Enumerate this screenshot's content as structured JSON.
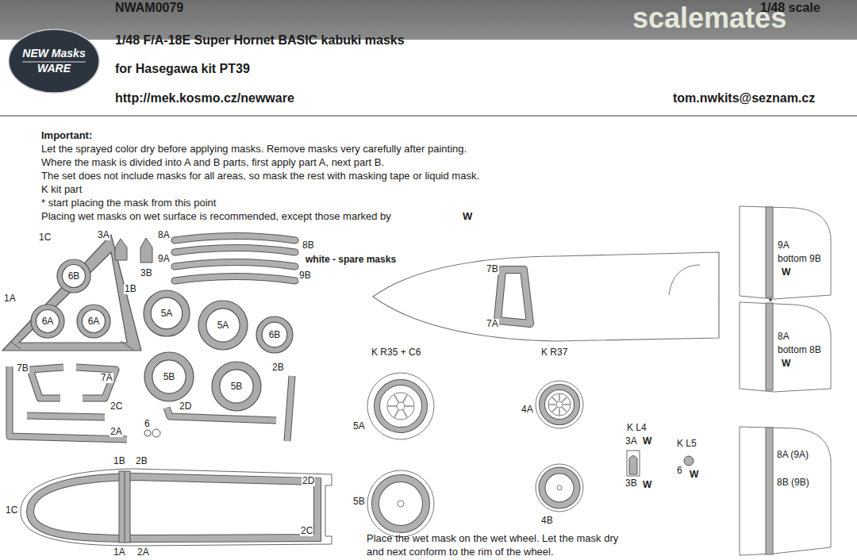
{
  "diagram": {
    "title": "1/48 F/A-18E Super Hornet BASIC kabuki masks",
    "nodes": [
      {
        "text": [
          "NEW Masks",
          "WARE"
        ]
      },
      {
        "text": [
          "6B"
        ]
      },
      {
        "text": [
          "6A"
        ]
      },
      {
        "text": [
          "6A"
        ]
      },
      {
        "text": [
          "5A"
        ]
      },
      {
        "text": [
          "5A"
        ]
      },
      {
        "text": [
          "6B"
        ]
      },
      {
        "text": [
          "5B"
        ]
      },
      {
        "text": [
          "5B"
        ]
      }
    ],
    "labels": [
      "NWAM0079",
      "1/48 scale",
      "scalemates",
      "for Hasegawa kit PT39",
      "http://mek.kosmo.cz/newware",
      "tom.nwkits@seznam.cz",
      "Important:",
      "Let the sprayed color dry before applying masks. Remove masks very carefully after painting.",
      "Where the mask is divided into A and B parts, first apply part A, next part B.",
      "The set does not include masks for all areas, so mask the rest with masking tape or liquid mask.",
      "K kit part",
      "* start placing the mask from this point",
      "Placing wet masks on wet surface is recommended, except those marked by",
      "W",
      "1C",
      "3A",
      "8A",
      "8B",
      "9A",
      "white - spare masks",
      "9B",
      "3B",
      "1B",
      "1A",
      "7B",
      "7A",
      "2B",
      "2C",
      "2D",
      "6",
      "2A",
      "1B",
      "2B",
      "2D",
      "1C",
      "2C",
      "1A",
      "2A",
      "7B",
      "7A",
      "K R35 + C6",
      "K R37",
      "5A",
      "4A",
      "K L4",
      "3A",
      "W",
      "K L5",
      "6",
      "W",
      "3B",
      "W",
      "5B",
      "4B",
      "Place the wet mask on the wet wheel. Let the mask dry and next conform to the rim of the wheel.",
      "9A",
      "bottom 9B",
      "W",
      "8A",
      "bottom 8B",
      "W",
      "8A (9A)",
      "8B (9B)"
    ]
  }
}
